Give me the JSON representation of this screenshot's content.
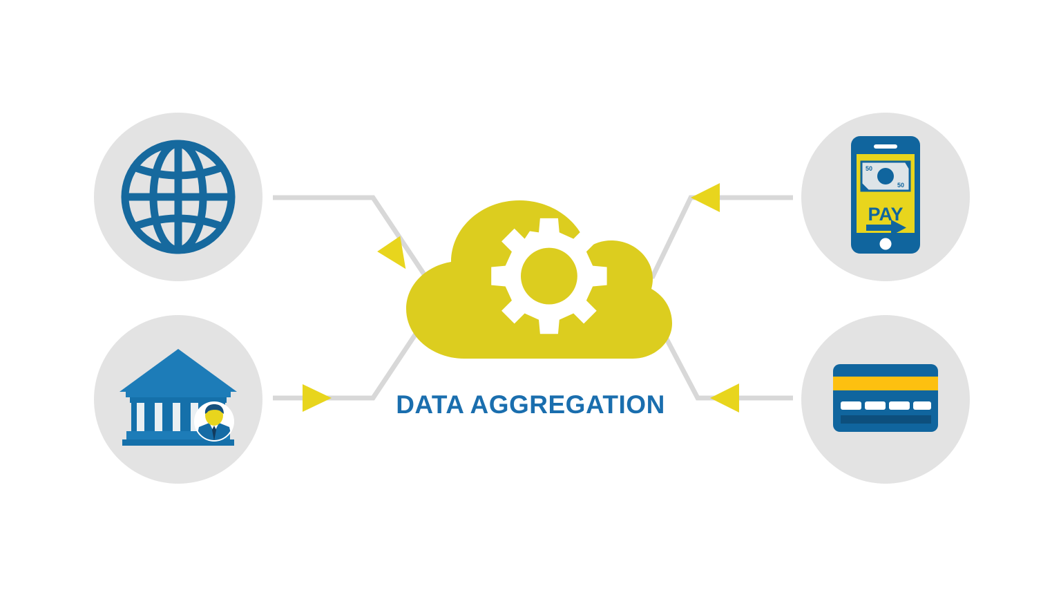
{
  "diagram": {
    "title": "DATA AGGREGATION",
    "title_color": "#1a6eae",
    "background_color": "#ffffff",
    "hub": {
      "name": "cloud-hub",
      "shape": "cloud",
      "fill": "#dccd1f",
      "inner_icon": "gear-icon",
      "inner_icon_fill": "#ffffff",
      "gear_teeth": 8,
      "label": "DATA AGGREGATION"
    },
    "node_circle_fill": "#e3e3e3",
    "connector_color": "#d8d8d8",
    "arrow_color": "#e8d51d",
    "accent_blue": "#16699e",
    "accent_gold": "#fdc010",
    "nodes": [
      {
        "id": "globe",
        "icon": "globe-icon",
        "position": "top-left",
        "direction": "into-hub",
        "icon_color": "#16699e"
      },
      {
        "id": "bank",
        "icon": "bank-building-with-person-icon",
        "position": "bottom-left",
        "direction": "into-hub",
        "icon_color": "#1477b5",
        "avatar": {
          "face_color": "#e8d51d",
          "hair_color": "#15507d",
          "suit_color": "#156ba5",
          "circle_color": "#ffffff"
        }
      },
      {
        "id": "mobile-pay",
        "icon": "mobile-payment-icon",
        "position": "top-right",
        "direction": "out-of-hub",
        "phone_body_color": "#10659e",
        "screen_color": "#e8d51d",
        "screen_text": "PAY",
        "banknote": {
          "fill": "#dde4e8",
          "denomination_top": "50",
          "denomination_bottom": "50"
        }
      },
      {
        "id": "credit-card",
        "icon": "credit-card-icon",
        "position": "bottom-right",
        "direction": "out-of-hub",
        "card_color": "#10659e",
        "stripe_color": "#fdc010",
        "number_blocks": 4,
        "number_block_color": "#ffffff",
        "bottom_bar_color": "#0d4f7d"
      }
    ],
    "connectors": [
      {
        "id": "globe-to-hub",
        "from": "globe",
        "to": "cloud-hub",
        "arrow": "yellow-triangle",
        "arrow_direction": "down-right"
      },
      {
        "id": "bank-to-hub",
        "from": "bank",
        "to": "cloud-hub",
        "arrow": "yellow-triangle",
        "arrow_direction": "right"
      },
      {
        "id": "hub-to-mobile",
        "from": "cloud-hub",
        "to": "mobile-pay",
        "arrow": "yellow-triangle",
        "arrow_direction": "left"
      },
      {
        "id": "hub-to-card",
        "from": "cloud-hub",
        "to": "credit-card",
        "arrow": "yellow-triangle",
        "arrow_direction": "left"
      }
    ]
  }
}
